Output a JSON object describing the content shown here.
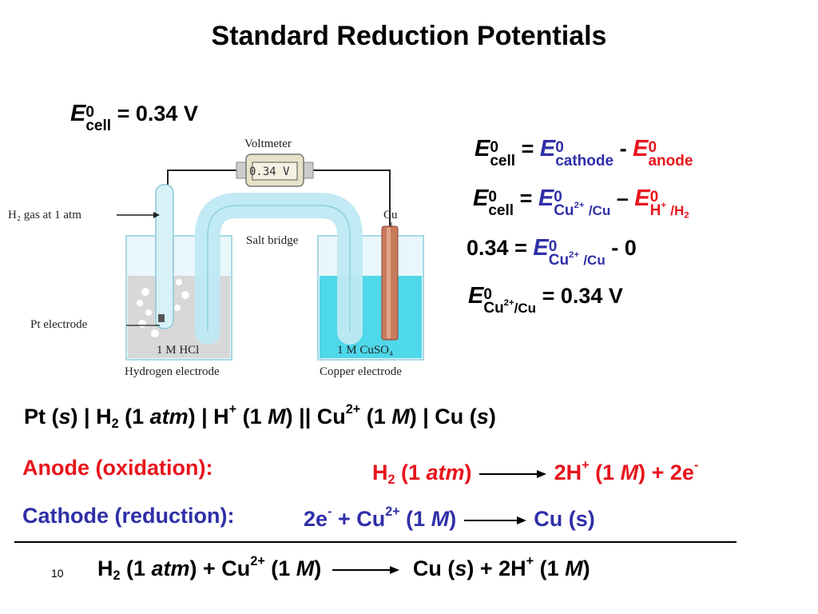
{
  "title": "Standard Reduction Potentials",
  "top_equation": {
    "E": "E",
    "sup": "0",
    "sub": "cell",
    "rhs": "= 0.34 V"
  },
  "right_equations": {
    "line1": {
      "lhs_E": "E",
      "lhs_sup": "0",
      "lhs_sub": "cell",
      "eq": "=",
      "cath_E": "E",
      "cath_sup": "0",
      "cath_sub": "cathode",
      "minus": "-",
      "an_E": "E",
      "an_sup": "0",
      "an_sub": "anode"
    },
    "line2": {
      "lhs_E": "E",
      "lhs_sup": "0",
      "lhs_sub": "cell",
      "eq": "=",
      "cu_E": "E",
      "cu_sup": "0",
      "cu_sub_base": "Cu",
      "cu_sub_charge": "2+",
      "cu_sub_tail": "/Cu",
      "minus": "–",
      "h_E": "E",
      "h_sup": "0",
      "h_sub_base": "H",
      "h_sub_charge": "+",
      "h_sub_tail": "/H",
      "h_sub_2": "2"
    },
    "line3": {
      "lhs": "0.34",
      "eq": "=",
      "cu_E": "E",
      "cu_sup": "0",
      "cu_sub_base": "Cu",
      "cu_sub_charge": "2+",
      "cu_sub_tail": "/Cu",
      "rhs": "- 0"
    },
    "line4": {
      "E": "E",
      "sup": "0",
      "sub_base": "Cu",
      "sub_charge": "2+",
      "sub_tail": "/Cu",
      "rhs": "= 0.34 V"
    }
  },
  "figure": {
    "voltmeter_label": "Voltmeter",
    "voltmeter_display": "0.34 V",
    "h2_gas_label": "H₂ gas at 1 atm",
    "cu_label": "Cu",
    "salt_bridge_label": "Salt bridge",
    "pt_electrode_label": "Pt electrode",
    "hcl_label": "1 M HCl",
    "cuso4_label": "1 M CuSO₄",
    "hydrogen_electrode_caption": "Hydrogen electrode",
    "copper_electrode_caption": "Copper electrode"
  },
  "cell_notation": {
    "p1": "Pt (",
    "s1": "s",
    "p2": ") | H",
    "sub2": "2",
    "p3": " (1 ",
    "atm": "atm",
    "p4": ") | H",
    "sup_plus": "+",
    "p5": " (1 ",
    "M1": "M",
    "p6": ") || Cu",
    "sup_2plus": "2+",
    "p7": " (1 ",
    "M2": "M",
    "p8": ") | Cu (",
    "s2": "s",
    "p9": ")"
  },
  "anode": {
    "label": "Anode (oxidation):",
    "left_H": "H",
    "left_sub": "2",
    "left_p": " (1 ",
    "left_atm": "atm",
    "left_close": ")",
    "right_2H": "2H",
    "right_sup": "+",
    "right_p": " (1 ",
    "right_M": "M",
    "right_close": ") + 2e",
    "right_e_sup": "-"
  },
  "cathode": {
    "label": "Cathode (reduction):",
    "left_2e": "2e",
    "left_e_sup": "-",
    "left_plus": " + Cu",
    "left_sup": "2+",
    "left_p": " (1 ",
    "left_M": "M",
    "left_close": ")",
    "right": "Cu (s)"
  },
  "overall": {
    "H": "H",
    "sub2": "2",
    "p1": " (1 ",
    "atm": "atm",
    "p2": ") + Cu",
    "sup2": "2+",
    "p3": " (1 ",
    "M1": "M",
    "p4": ")",
    "r1": "Cu (",
    "s": "s",
    "r2": ") + 2H",
    "sup_plus": "+",
    "r3": " (1 ",
    "M2": "M",
    "r4": ")"
  },
  "slide_number": "10"
}
